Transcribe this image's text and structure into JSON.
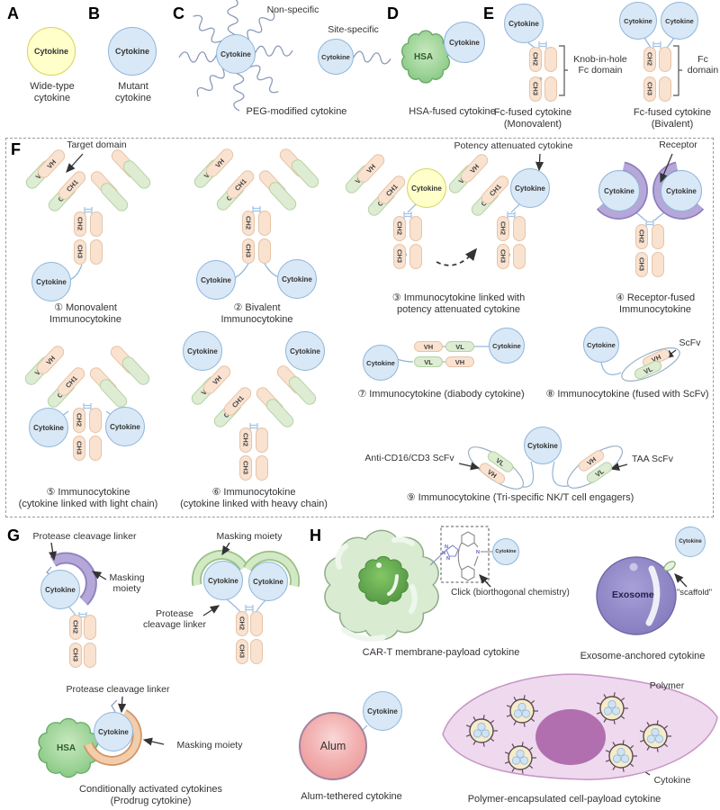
{
  "labels": {
    "cytokine": "Cytokine",
    "hsa": "HSA",
    "vh": "VH",
    "vl": "VL",
    "ch1": "CH1",
    "cl": "CL",
    "ch2": "CH2",
    "ch3": "CH3",
    "exosome": "Exosome",
    "alum": "Alum",
    "n_atom": "N"
  },
  "panelA": {
    "letter": "A",
    "caption": "Wide-type\ncytokine"
  },
  "panelB": {
    "letter": "B",
    "caption": "Mutant\ncytokine"
  },
  "panelC": {
    "letter": "C",
    "non_specific": "Non-specific",
    "site_specific": "Site-specific",
    "caption": "PEG-modified cytokine"
  },
  "panelD": {
    "letter": "D",
    "caption": "HSA-fused cytokine"
  },
  "panelE": {
    "letter": "E",
    "mono_bracket": "Knob-in-hole\nFc domain",
    "mono_caption": "Fc-fused cytokine\n(Monovalent)",
    "bi_bracket": "Fc\ndomain",
    "bi_caption": "Fc-fused cytokine\n(Bivalent)"
  },
  "panelF": {
    "letter": "F",
    "target_domain": "Target domain",
    "potency_label": "Potency attenuated cytokine",
    "receptor_label": "Receptor",
    "scfv_label": "ScFv",
    "anti_cd16_label": "Anti-CD16/CD3 ScFv",
    "taa_label": "TAA ScFv",
    "caption1": "① Monovalent\nImmunocytokine",
    "caption2": "② Bivalent\nImmunocytokine",
    "caption3": "③ Immunocytokine linked with\npotency attenuated cytokine",
    "caption4": "④ Receptor-fused\nImmunocytokine",
    "caption5": "⑤ Immunocytokine\n(cytokine linked with light chain)",
    "caption6": "⑥ Immunocytokine\n(cytokine linked with heavy chain)",
    "caption7": "⑦ Immunocytokine (diabody cytokine)",
    "caption8": "⑧ Immunocytokine (fused with ScFv)",
    "caption9": "⑨ Immunocytokine (Tri-specific NK/T cell engagers)"
  },
  "panelG": {
    "letter": "G",
    "protease_label": "Protease cleavage linker",
    "protease_label_2line": "Protease\ncleavage linker",
    "masking_label": "Masking moiety",
    "masking_label_2line": "Masking\nmoiety",
    "caption": "Conditionally activated cytokines\n(Prodrug cytokine)"
  },
  "panelH": {
    "letter": "H",
    "click_label": "Click (biorthogonal chemistry)",
    "cart_caption": "CAR-T membrane-payload cytokine",
    "scaffold_label": "\"scaffold\"",
    "exosome_caption": "Exosome-anchored cytokine",
    "alum_caption": "Alum-tethered cytokine",
    "polymer_label": "Polymer",
    "cytokine_label": "Cytokine",
    "polymer_caption": "Polymer-encapsulated cell-payload cytokine"
  },
  "palette": {
    "cytokine_blue_fill": "#d9e8f6",
    "cytokine_blue_stroke": "#8fb5da",
    "cytokine_yellow_fill": "#feffc9",
    "cytokine_yellow_stroke": "#d8d25e",
    "heavy_chain_fill": "#f9e2d0",
    "heavy_chain_stroke": "#e7c3a6",
    "light_chain_fill": "#ddecd2",
    "light_chain_stroke": "#b5d3a2",
    "receptor_purple": "#b5a8d8",
    "masking_green": "#d3e9c6",
    "masking_orange": "#f3cda9",
    "hsa_green": "#98d193",
    "exosome_purple": "#9a92cf",
    "alum_pink": "#f3b1b1",
    "cell_pink": "#eed9ee",
    "cart_green": "#d9ecd2"
  }
}
